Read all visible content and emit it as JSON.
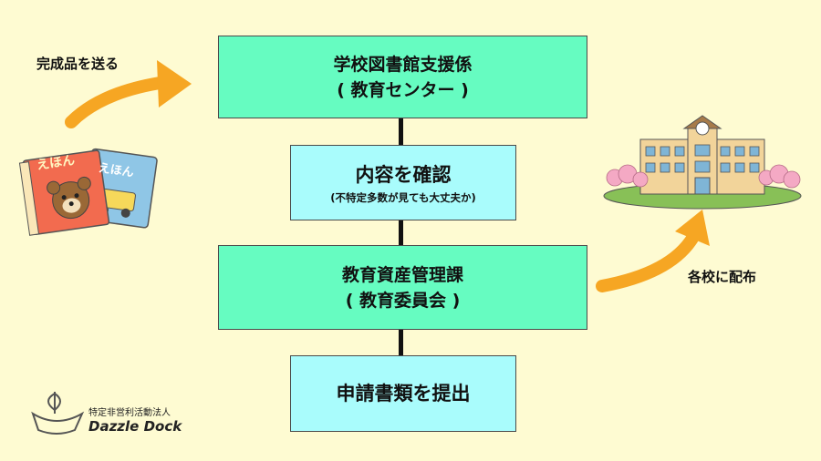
{
  "boxes": {
    "support": {
      "line1": "学校図書館支援係",
      "line2": "( 教育センター )"
    },
    "check": {
      "line1": "内容を確認",
      "line2": "(不特定多数が見ても大丈夫か)"
    },
    "asset": {
      "line1": "教育資産管理課",
      "line2": "( 教育委員会 )"
    },
    "apply": {
      "line1": "申請書類を提出"
    }
  },
  "labels": {
    "send": "完成品を送る",
    "distribute": "各校に配布"
  },
  "books": {
    "front_title": "えほん",
    "back_title": "えほん"
  },
  "logo": {
    "org_type": "特定非営利活動法人",
    "name": "Dazzle Dock"
  },
  "colors": {
    "background": "#fefbd2",
    "green_box": "#66fcc1",
    "cyan_box": "#a9fcfc",
    "arrow": "#f6a623"
  }
}
